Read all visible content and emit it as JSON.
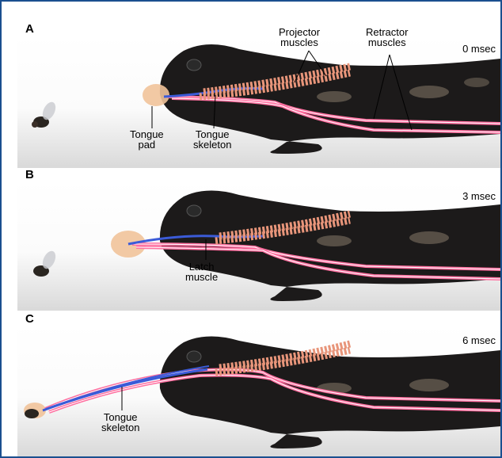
{
  "panels": [
    {
      "letter": "A",
      "time": "0 msec",
      "labels": {
        "tongue_pad": [
          "Tongue",
          "pad"
        ],
        "tongue_skeleton": [
          "Tongue",
          "skeleton"
        ],
        "projector": [
          "Projector",
          "muscles"
        ],
        "retractor": [
          "Retractor",
          "muscles"
        ]
      }
    },
    {
      "letter": "B",
      "time": "3 msec",
      "labels": {
        "latch": [
          "Latch",
          "muscle"
        ]
      }
    },
    {
      "letter": "C",
      "time": "6 msec",
      "labels": {
        "tongue_skeleton": [
          "Tongue",
          "skeleton"
        ]
      }
    }
  ],
  "colors": {
    "border": "#1a4f8f",
    "salamander": "#1c1a1a",
    "muscle_projector": "#e8957a",
    "retractor": "#ff6fa0",
    "skeleton": "#3b5bd8",
    "tongue_pad": "#f1c39a"
  }
}
